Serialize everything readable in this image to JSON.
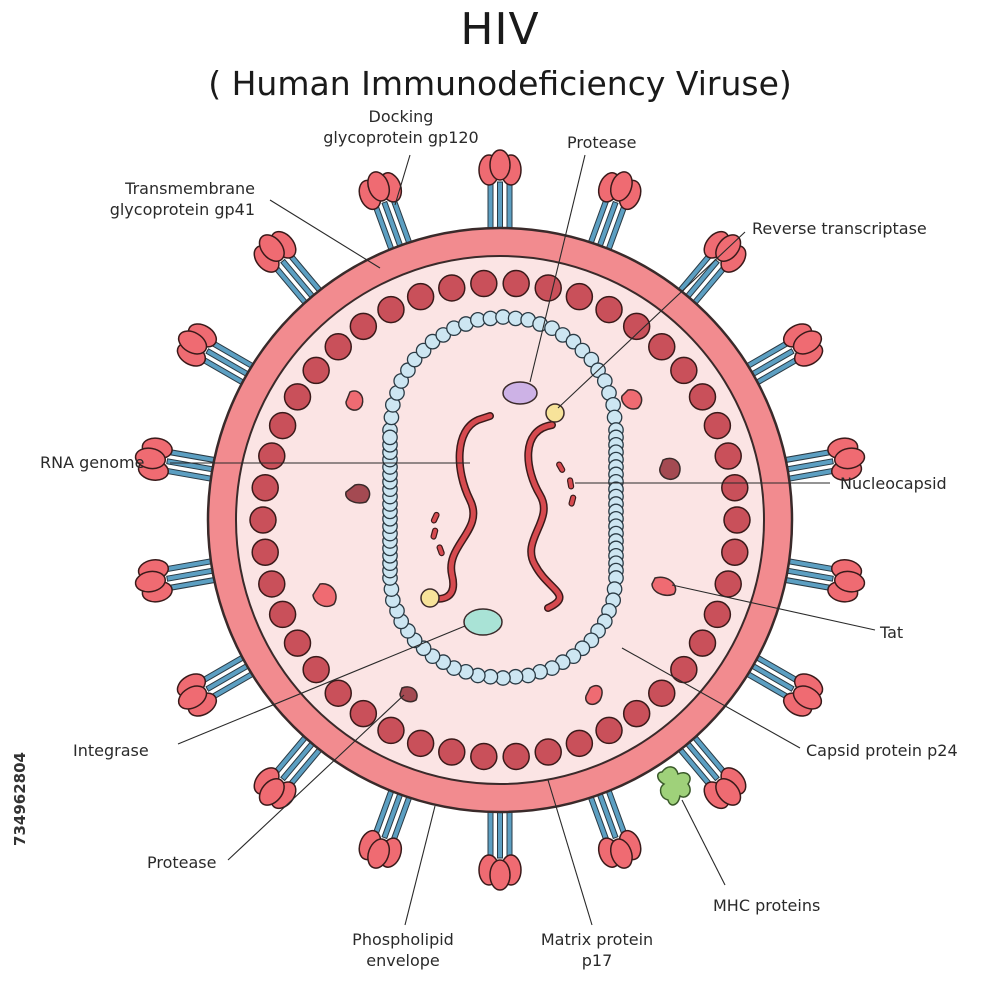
{
  "title": "HIV",
  "subtitle": "( Human Immunodeficiency Viruse)",
  "stock_id": "734962804",
  "labels": {
    "gp120_l1": "Docking",
    "gp120_l2": "glycoprotein gp120",
    "protease_top": "Protease",
    "gp41_l1": "Transmembrane",
    "gp41_l2": "glycoprotein gp41",
    "reverse_transcriptase": "Reverse transcriptase",
    "rna_genome": "RNA genome",
    "nucleocapsid": "Nucleocapsid",
    "tat": "Tat",
    "capsid": "Capsid protein p24",
    "integrase": "Integrase",
    "protease_bottom": "Protease",
    "mhc": "MHC proteins",
    "envelope_l1": "Phospholipid",
    "envelope_l2": "envelope",
    "matrix_l1": "Matrix protein",
    "matrix_l2": "p17"
  },
  "colors": {
    "envelope": "#f28b8f",
    "interior": "#fbe4e4",
    "matrix": "#c9505a",
    "capsid": "#cde6f2",
    "rna": "#d64a4f",
    "spike_head": "#ef6b72",
    "spike_stalk": "#5c9fc2",
    "mhc": "#9fd17a",
    "protease": "#cdb2e6",
    "integrase": "#a9e3d6",
    "rt": "#f7e39a"
  }
}
